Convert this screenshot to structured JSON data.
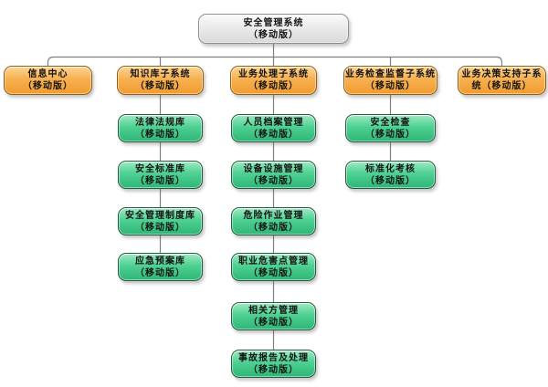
{
  "root": {
    "line1": "安全管理系统",
    "line2": "（移动版）"
  },
  "subsystems": [
    {
      "line1": "信息中心",
      "line2": "（移动版）"
    },
    {
      "line1": "知识库子系统",
      "line2": "（移动版）"
    },
    {
      "line1": "业务处理子系统",
      "line2": "（移动版）"
    },
    {
      "line1": "业务检查监督子系统",
      "line2": "（移动版）"
    },
    {
      "line1": "业务决策支持子系",
      "line2": "统（移动版）"
    }
  ],
  "knowledge_modules": [
    {
      "line1": "法律法规库",
      "line2": "（移动版）"
    },
    {
      "line1": "安全标准库",
      "line2": "（移动版）"
    },
    {
      "line1": "安全管理制度库",
      "line2": "（移动版）"
    },
    {
      "line1": "应急预案库",
      "line2": "（移动版）"
    }
  ],
  "business_modules": [
    {
      "line1": "人员档案管理",
      "line2": "（移动版）"
    },
    {
      "line1": "设备设施管理",
      "line2": "（移动版）"
    },
    {
      "line1": "危险作业管理",
      "line2": "（移动版）"
    },
    {
      "line1": "职业危害点管理",
      "line2": "（移动版）"
    },
    {
      "line1": "相关方管理",
      "line2": "（移动版）"
    },
    {
      "line1": "事故报告及处理",
      "line2": "（移动版）"
    }
  ],
  "inspection_modules": [
    {
      "line1": "安全检查",
      "line2": "（移动版）"
    },
    {
      "line1": "标准化考核",
      "line2": "（移动版）"
    }
  ],
  "colors": {
    "background": "#ffffff",
    "text": "#141414",
    "connector": "#7f7f7f",
    "root_light": "#fbfbfb",
    "root_fill": "#e9e9e9",
    "root_dark": "#d9d9d9",
    "root_border": "#8f8f8f",
    "subsystem_light": "#fcd596",
    "subsystem_fill": "#f7b050",
    "subsystem_dark": "#f09c30",
    "subsystem_border": "#915f14",
    "module_light": "#9eeac2",
    "module_fill": "#4ed092",
    "module_dark": "#2eb677",
    "module_border": "#235c41"
  }
}
